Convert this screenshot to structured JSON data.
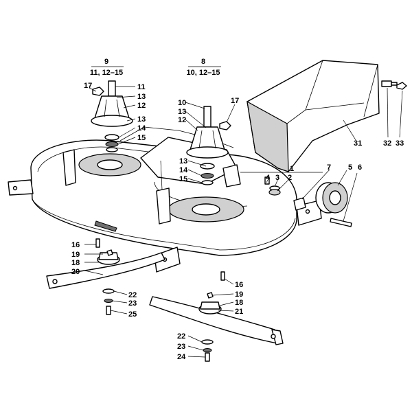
{
  "groups": {
    "g9": {
      "top": "9",
      "bottom": "11, 12–15"
    },
    "g8": {
      "top": "8",
      "bottom": "10, 12–15"
    }
  },
  "callouts": {
    "c17a": "17",
    "c11": "11",
    "c13a": "13",
    "c12a": "12",
    "c13b": "13",
    "c14a": "14",
    "c15a": "15",
    "c10": "10",
    "c13c": "13",
    "c12b": "12",
    "c17b": "17",
    "c13d": "13",
    "c14b": "14",
    "c15b": "15",
    "c1": "1",
    "c4": "4",
    "c3": "3",
    "c2": "2",
    "c7": "7",
    "c5": "5",
    "c6": "6",
    "c31": "31",
    "c32": "32",
    "c33": "33",
    "c16a": "16",
    "c19a": "19",
    "c18a": "18",
    "c20": "20",
    "c22a": "22",
    "c23a": "23",
    "c25": "25",
    "c16b": "16",
    "c19b": "19",
    "c18b": "18",
    "c21": "21",
    "c22b": "22",
    "c23b": "23",
    "c24": "24"
  }
}
